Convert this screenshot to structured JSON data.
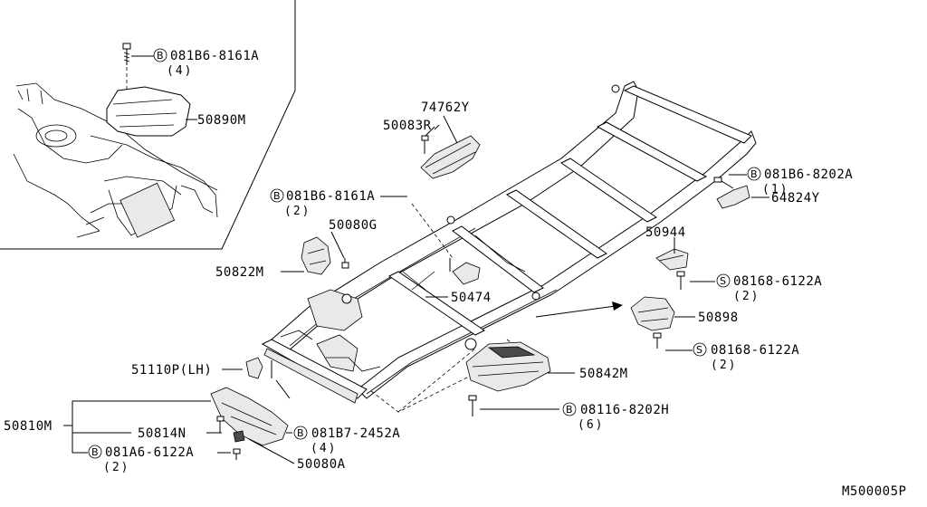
{
  "diagram_code": "M500005P",
  "callouts": {
    "c1": {
      "prefix": "B",
      "number": "081B6-8161A",
      "qty": "(4)"
    },
    "c2": {
      "prefix": "B",
      "number": "081B6-8161A",
      "qty": "(2)"
    },
    "c3": {
      "prefix": "B",
      "number": "081B6-8202A",
      "qty": "(1)"
    },
    "c4": {
      "prefix": "S",
      "number": "08168-6122A",
      "qty": "(2)"
    },
    "c5": {
      "prefix": "S",
      "number": "08168-6122A",
      "qty": "(2)"
    },
    "c6": {
      "prefix": "B",
      "number": "08116-8202H",
      "qty": "(6)"
    },
    "c7": {
      "prefix": "B",
      "number": "081B7-2452A",
      "qty": "(4)"
    },
    "c8": {
      "prefix": "B",
      "number": "081A6-6122A",
      "qty": "(2)"
    }
  },
  "parts": {
    "p50890M": "50890M",
    "p74762Y": "74762Y",
    "p50083R": "50083R",
    "p50080G": "50080G",
    "p50822M": "50822M",
    "p50474": "50474",
    "p64824Y": "64824Y",
    "p50944": "50944",
    "p50898": "50898",
    "p50842M": "50842M",
    "p51110P": "51110P(LH)",
    "p50810M": "50810M",
    "p50814N": "50814N",
    "p50080A": "50080A"
  }
}
